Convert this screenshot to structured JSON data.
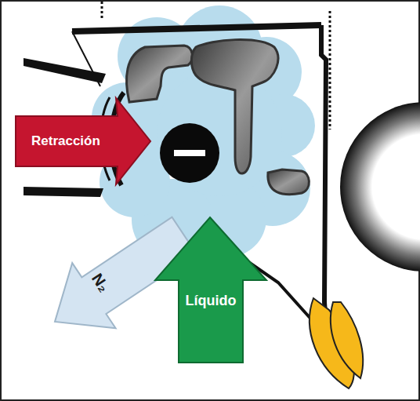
{
  "diagram": {
    "nodes": [
      {
        "text": [
          "Retracción"
        ]
      },
      {
        "text": [
          "N₂"
        ]
      },
      {
        "text": [
          "Líquido"
        ]
      }
    ]
  }
}
